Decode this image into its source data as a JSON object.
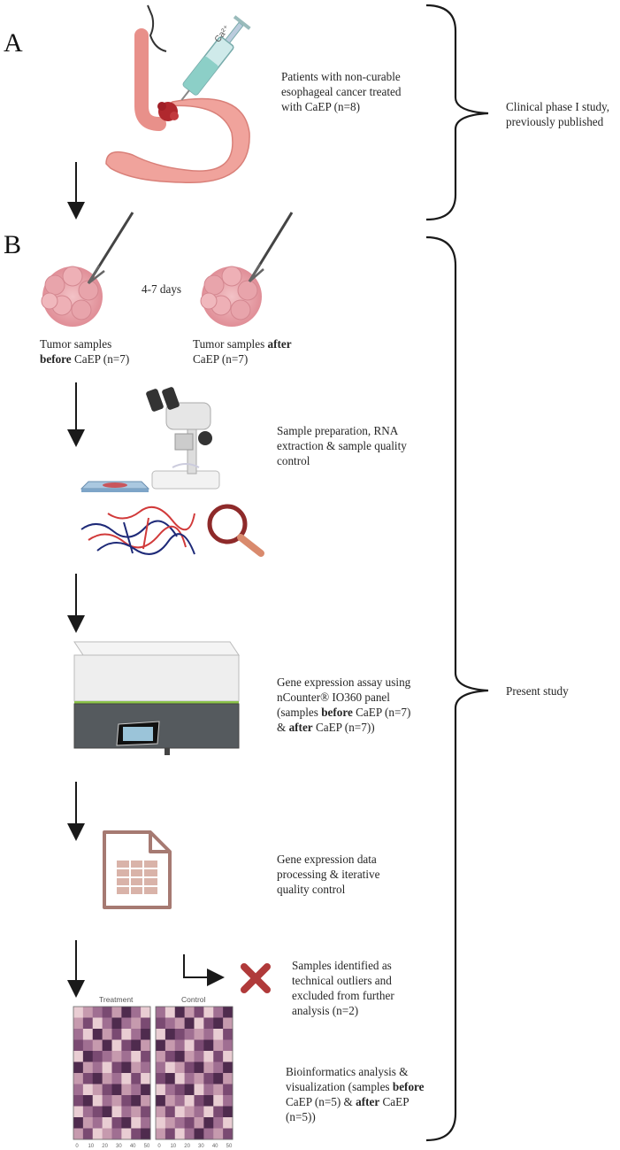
{
  "sections": {
    "a_letter": "A",
    "b_letter": "B"
  },
  "brackets": {
    "phase1": "Clinical phase I study, previously published",
    "present": "Present study"
  },
  "syringe": {
    "label": "Ca²⁺"
  },
  "steps": {
    "patients": "Patients with non-curable esophageal cancer treated with CaEP (n=8)",
    "interval": "4-7 days",
    "before": {
      "line1": "Tumor samples",
      "bold": "before",
      "rest": " CaEP (n=7)"
    },
    "after": {
      "line1_pre": "Tumor samples ",
      "bold": "after",
      "rest": "CaEP (n=7)"
    },
    "prep": "Sample preparation, RNA extraction & sample quality control",
    "assay": {
      "part1": "Gene expression assay using nCounter® IO360 panel (samples ",
      "bold1": "before",
      "part2": " CaEP (n=7) & ",
      "bold2": "after",
      "part3": " CaEP (n=7))"
    },
    "processing": "Gene expression data processing & iterative quality control",
    "outliers": "Samples identified as technical outliers and excluded from further analysis (n=2)",
    "bioinfo": {
      "part1": "Bioinformatics analysis & visualization (samples ",
      "bold1": "before",
      "part2": " CaEP (n=5) & ",
      "bold2": "after",
      "part3": " CaEP (n=5))"
    }
  },
  "heatmaps": {
    "left_title": "Treatment",
    "right_title": "Control",
    "palette": [
      "#e9cdd3",
      "#c69aae",
      "#a06f92",
      "#7a4a72",
      "#4f2b4e"
    ],
    "grid": [
      [
        0,
        1,
        2,
        3,
        1,
        4,
        2,
        0
      ],
      [
        1,
        3,
        0,
        2,
        4,
        2,
        1,
        3
      ],
      [
        2,
        0,
        4,
        1,
        3,
        0,
        2,
        4
      ],
      [
        3,
        2,
        1,
        4,
        0,
        3,
        4,
        1
      ],
      [
        0,
        4,
        3,
        2,
        1,
        2,
        0,
        3
      ],
      [
        4,
        1,
        2,
        0,
        3,
        4,
        1,
        2
      ],
      [
        1,
        3,
        4,
        1,
        2,
        0,
        3,
        0
      ],
      [
        2,
        0,
        1,
        3,
        4,
        1,
        2,
        4
      ],
      [
        3,
        4,
        0,
        2,
        1,
        3,
        4,
        1
      ],
      [
        0,
        2,
        3,
        4,
        0,
        2,
        1,
        3
      ],
      [
        4,
        1,
        2,
        0,
        3,
        4,
        0,
        2
      ],
      [
        1,
        3,
        0,
        1,
        2,
        0,
        3,
        4
      ]
    ],
    "ticks": [
      "0",
      "10",
      "20",
      "30",
      "40",
      "50"
    ]
  },
  "colors": {
    "arrow": "#1a1a1a",
    "bracket": "#1a1a1a",
    "cross": "#b03a3a",
    "accent_green": "#8bc34a"
  }
}
